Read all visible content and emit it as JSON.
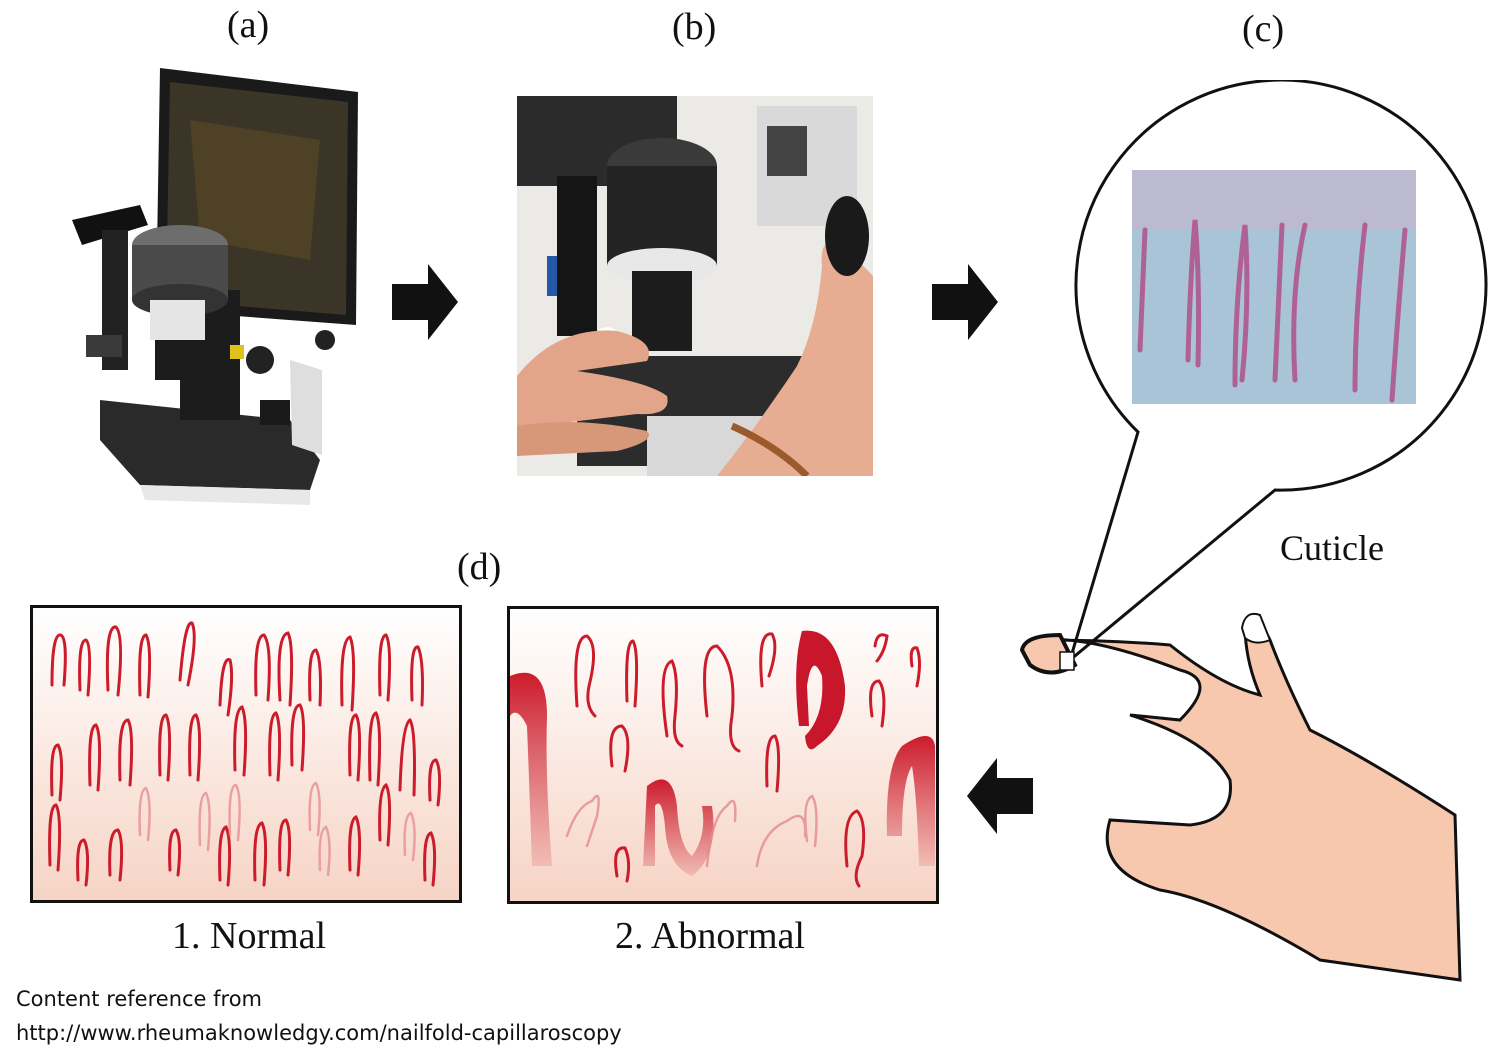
{
  "labels": {
    "a": "(a)",
    "b": "(b)",
    "c": "(c)",
    "d": "(d)"
  },
  "callout": {
    "cuticle_label": "Cuticle"
  },
  "panels": {
    "normal_caption": "1. Normal",
    "abnormal_caption": "2. Abnormal"
  },
  "reference": {
    "line1": "Content reference from",
    "line2": "http://www.rheumaknowledgy.com/nailfold-capillaroscopy"
  },
  "colors": {
    "arrow": "#111111",
    "capillary": "#cc1b2b",
    "skin": "#f7c8ad",
    "panel_bg_bottom": "#f8d9cc",
    "micro_bg": "#a9c4d6"
  }
}
